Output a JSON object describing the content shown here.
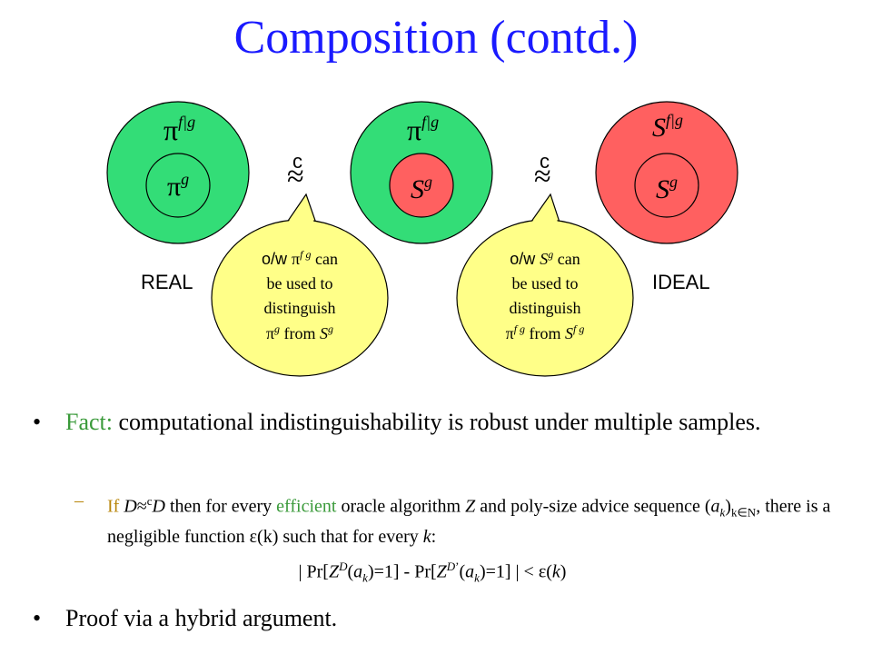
{
  "slide": {
    "title": "Composition (contd.)"
  },
  "diagram": {
    "real_label": "REAL",
    "ideal_label": "IDEAL",
    "approx_sup": "c",
    "approx_symbol": "≈",
    "colors": {
      "green": "#33dd77",
      "red": "#ff6060",
      "bubble": "#ffff88"
    },
    "circles": [
      {
        "outer": "π",
        "outer_sup": "f|g",
        "inner": "π",
        "inner_sup": "g"
      },
      {
        "outer": "π",
        "outer_sup": "f|g",
        "inner": "S",
        "inner_sup": "g"
      },
      {
        "outer": "S",
        "outer_sup": "f|g",
        "inner": "S",
        "inner_sup": "g"
      }
    ],
    "bubbles": [
      {
        "line1_a": "o/w ",
        "line1_sym": "π",
        "line1_sup": "f g",
        "line1_b": " can",
        "line2": "be used to",
        "line3": "distinguish",
        "line4_sym": "π",
        "line4_sup": "g",
        "line4_mid": " from ",
        "line4_sym2": "S",
        "line4_sup2": "g"
      },
      {
        "line1_a": "o/w ",
        "line1_sym": "S",
        "line1_sup": "g",
        "line1_b": " can",
        "line2": "be used to",
        "line3": "distinguish",
        "line4_sym": "π",
        "line4_sup": "f g",
        "line4_mid": " from ",
        "line4_sym2": "S",
        "line4_sup2": "f g"
      }
    ]
  },
  "bullets": {
    "fact_label": "Fact:",
    "fact_text": " computational indistinguishability is robust under multiple samples.",
    "sub_dash": "–",
    "sub_if": "If",
    "sub_D1": "D",
    "sub_approx": "≈",
    "sub_c": "c",
    "sub_D2": "D",
    "sub_then": " then for every ",
    "sub_efficient": "efficient",
    "sub_rest1": " oracle algorithm ",
    "sub_Z": "Z",
    "sub_rest2": " and poly-size advice sequence (",
    "sub_a": "a",
    "sub_k": "k",
    "sub_kN": "k∈N",
    "sub_rest3": ", there is a negligible function ",
    "sub_eps": "ε",
    "sub_rest4": "(k) such that for every ",
    "sub_kend": "k",
    "sub_colon": ":",
    "formula": "| Pr[Z<sup>D</sup>(a<sub>k</sub>)=1] - Pr[Z<sup>D’</sup>(a<sub>k</sub>)=1] | < ε(k)",
    "proof_text": "Proof via a hybrid argument."
  }
}
